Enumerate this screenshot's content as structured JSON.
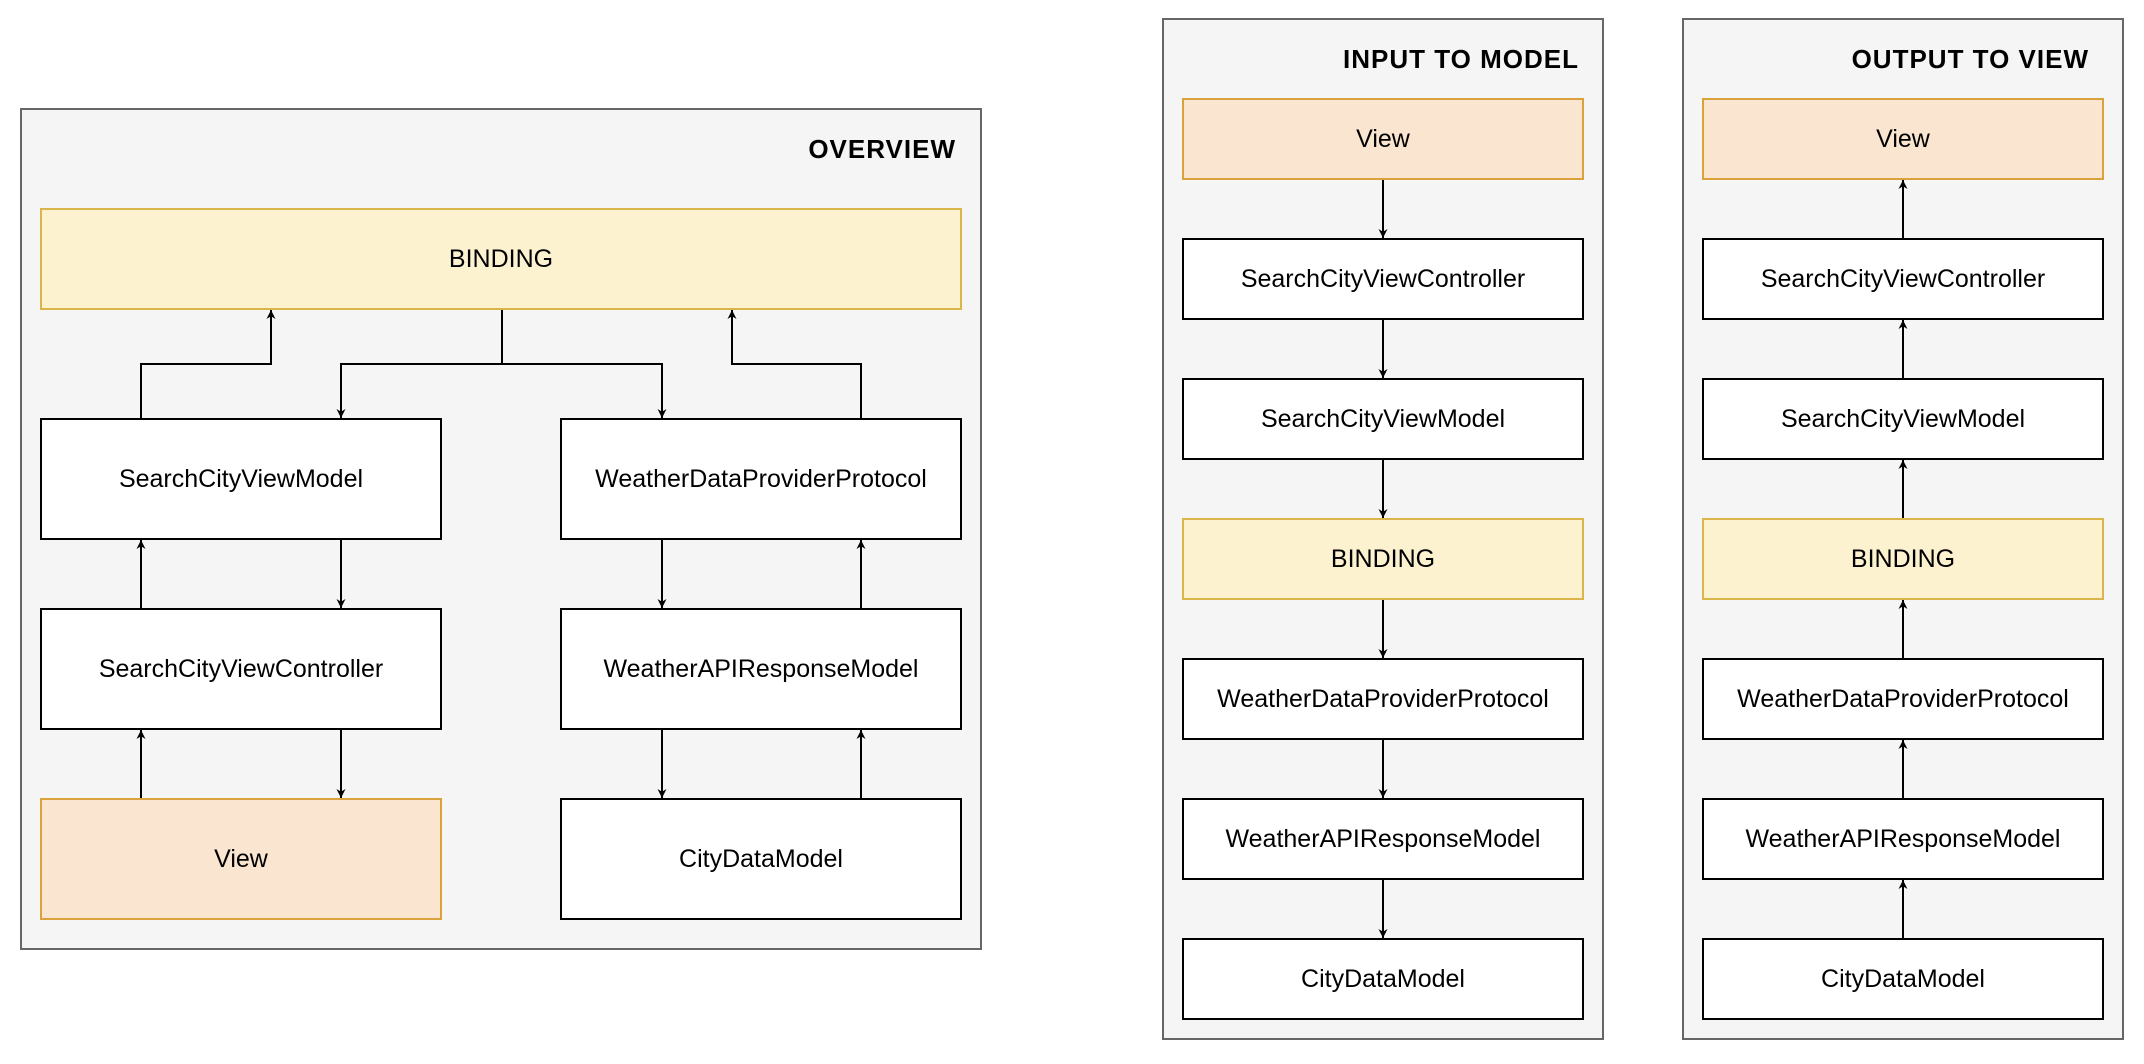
{
  "overview": {
    "title": "OVERVIEW",
    "nodes": {
      "binding": "BINDING",
      "view_model": "SearchCityViewModel",
      "view_controller": "SearchCityViewController",
      "view": "View",
      "data_provider": "WeatherDataProviderProtocol",
      "api_response": "WeatherAPIResponseModel",
      "city_data": "CityDataModel"
    }
  },
  "input_to_model": {
    "title": "INPUT TO MODEL",
    "nodes": [
      "View",
      "SearchCityViewController",
      "SearchCityViewModel",
      "BINDING",
      "WeatherDataProviderProtocol",
      "WeatherAPIResponseModel",
      "CityDataModel"
    ]
  },
  "output_to_view": {
    "title": "OUTPUT TO VIEW",
    "nodes": [
      "View",
      "SearchCityViewController",
      "SearchCityViewModel",
      "BINDING",
      "WeatherDataProviderProtocol",
      "WeatherAPIResponseModel",
      "CityDataModel"
    ]
  },
  "colors": {
    "view_fill": "#fae6d0",
    "view_stroke": "#d9a23c",
    "binding_fill": "#fcf2d0",
    "binding_stroke": "#d9b54a",
    "panel_fill": "#f5f5f5"
  }
}
